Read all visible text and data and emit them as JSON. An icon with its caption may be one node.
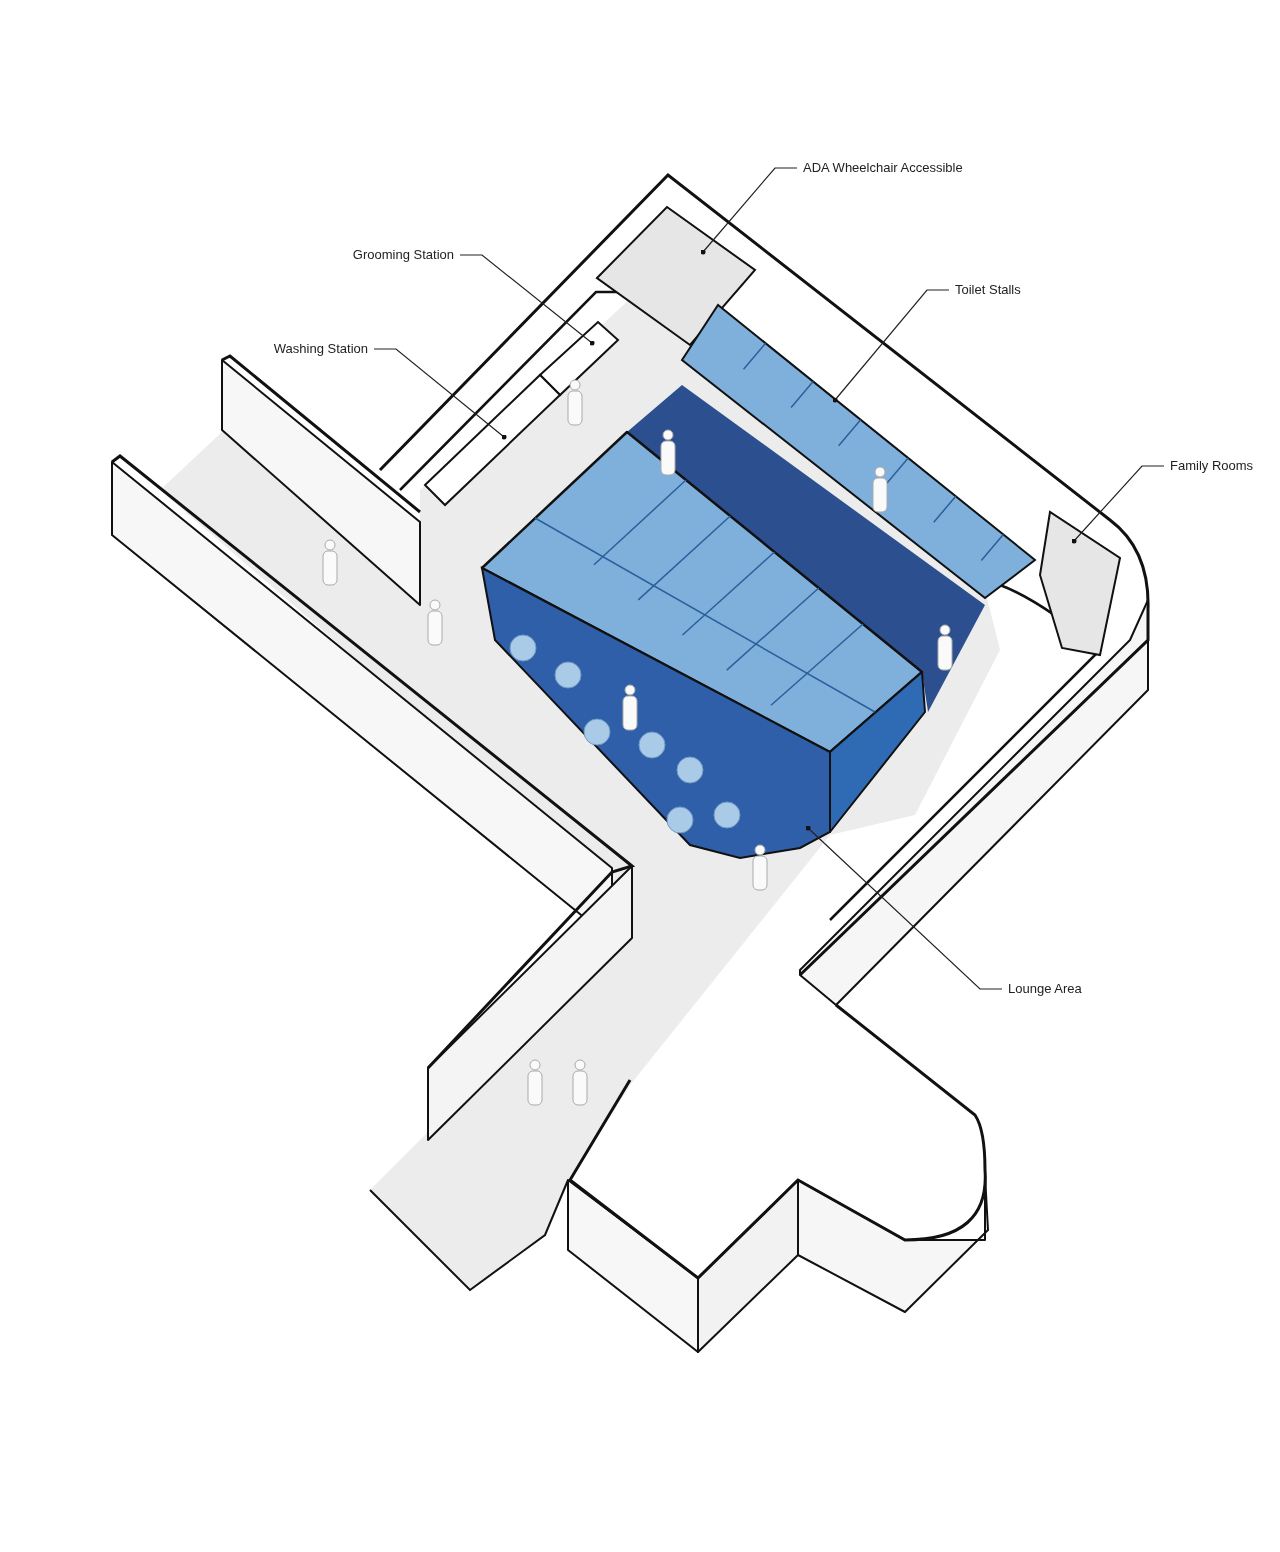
{
  "diagram": {
    "nodes": [
      {
        "text": [
          "ADA Wheelchair Accessible"
        ]
      },
      {
        "text": [
          "Grooming Station"
        ]
      },
      {
        "text": [
          "Toilet Stalls"
        ]
      },
      {
        "text": [
          "Washing Station"
        ]
      },
      {
        "text": [
          "Family Rooms"
        ]
      },
      {
        "text": [
          "Lounge Area"
        ]
      },
      {
        "text": [],
        "shape": "box"
      },
      {
        "text": [],
        "shape": "box"
      },
      {
        "text": [],
        "shape": "box"
      },
      {
        "text": [],
        "shape": "box"
      },
      {
        "text": [],
        "shape": "box"
      },
      {
        "text": [],
        "shape": "box"
      }
    ],
    "edges": [
      {
        "from": 0,
        "to": 6,
        "arrow": "other"
      },
      {
        "from": 1,
        "to": 7,
        "arrow": "other"
      },
      {
        "from": 2,
        "to": 8,
        "arrow": "other"
      },
      {
        "from": 3,
        "to": 9,
        "arrow": "other"
      },
      {
        "from": 4,
        "to": 10,
        "arrow": "other"
      },
      {
        "from": 5,
        "to": 11,
        "arrow": "other"
      }
    ]
  }
}
